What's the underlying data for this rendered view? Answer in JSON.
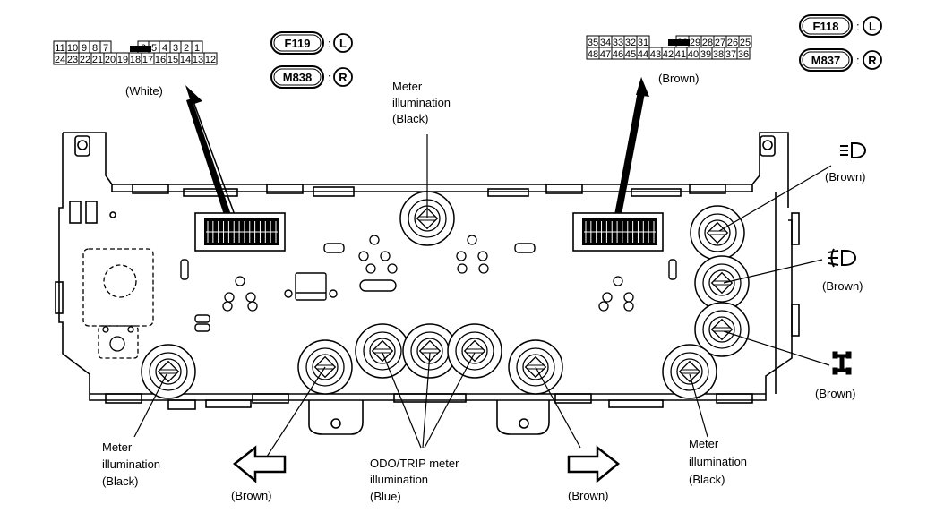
{
  "connectors": {
    "left": {
      "pins_top": [
        "11",
        "10",
        "9",
        "8",
        "7",
        "6",
        "5",
        "4",
        "3",
        "2",
        "1"
      ],
      "pins_bottom": [
        "24",
        "23",
        "22",
        "21",
        "20",
        "19",
        "18",
        "17",
        "16",
        "15",
        "14",
        "13",
        "12"
      ],
      "color": "(White)",
      "ids": [
        {
          "id": "F119",
          "side": "L"
        },
        {
          "id": "M838",
          "side": "R"
        }
      ]
    },
    "right": {
      "pins_top": [
        "35",
        "34",
        "33",
        "32",
        "31",
        "30",
        "29",
        "28",
        "27",
        "26",
        "25"
      ],
      "pins_bottom": [
        "48",
        "47",
        "46",
        "45",
        "44",
        "43",
        "42",
        "41",
        "40",
        "39",
        "38",
        "37",
        "36"
      ],
      "color": "(Brown)",
      "ids": [
        {
          "id": "F118",
          "side": "L"
        },
        {
          "id": "M837",
          "side": "R"
        }
      ]
    }
  },
  "labels": {
    "meter_illum_top": [
      "Meter",
      "illumination",
      "(Black)"
    ],
    "meter_illum_bottom_left": [
      "Meter",
      "illumination",
      "(Black)"
    ],
    "meter_illum_bottom_right": [
      "Meter",
      "illumination",
      "(Black)"
    ],
    "odo_trip": [
      "ODO/TRIP meter",
      "illumination",
      "(Blue)"
    ],
    "turn_left": "(Brown)",
    "turn_right": "(Brown)",
    "high_beam": "(Brown)",
    "front_fog": "(Brown)",
    "four_wd": "(Brown)"
  },
  "icons": [
    "high-beam-icon",
    "front-fog-icon",
    "four-wd-icon",
    "turn-left-arrow-icon",
    "turn-right-arrow-icon"
  ]
}
